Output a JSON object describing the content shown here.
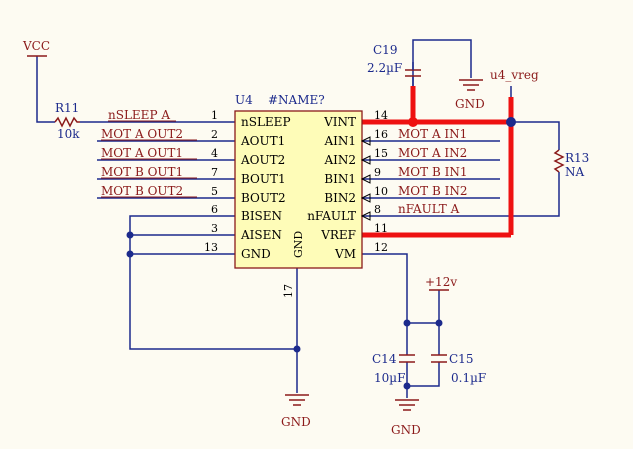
{
  "colors": {
    "background": "#fdfbf2",
    "wire": "#1c2a8c",
    "label": "#8b1a1a",
    "component": "#8b1a1a",
    "pin": "#000000",
    "chip_fill": "#fefcb8",
    "chip_border": "#8b1a1a",
    "highlight": "#ee1111"
  },
  "chip": {
    "designator": "U4",
    "part": "#NAME?",
    "left_pins": [
      {
        "num": "1",
        "name": "nSLEEP"
      },
      {
        "num": "2",
        "name": "AOUT1"
      },
      {
        "num": "4",
        "name": "AOUT2"
      },
      {
        "num": "7",
        "name": "BOUT1"
      },
      {
        "num": "5",
        "name": "BOUT2"
      },
      {
        "num": "6",
        "name": "BISEN"
      },
      {
        "num": "3",
        "name": "AISEN"
      },
      {
        "num": "13",
        "name": "GND"
      }
    ],
    "right_pins": [
      {
        "num": "14",
        "name": "VINT"
      },
      {
        "num": "16",
        "name": "AIN1"
      },
      {
        "num": "15",
        "name": "AIN2"
      },
      {
        "num": "9",
        "name": "BIN1"
      },
      {
        "num": "10",
        "name": "BIN2"
      },
      {
        "num": "8",
        "name": "nFAULT"
      },
      {
        "num": "11",
        "name": "VREF"
      },
      {
        "num": "12",
        "name": "VM"
      }
    ],
    "bottom_pin": {
      "num": "17",
      "name": "GND"
    }
  },
  "net_labels": {
    "left": [
      "nSLEEP_A",
      "MOT_A_OUT2",
      "MOT_A_OUT1",
      "MOT_B_OUT1",
      "MOT_B_OUT2"
    ],
    "right": [
      "MOT_A_IN1",
      "MOT_A_IN2",
      "MOT_B_IN1",
      "MOT_B_IN2",
      "nFAULT_A"
    ],
    "vreg": "u4_vreg"
  },
  "power": {
    "vcc": "VCC",
    "v12": "+12v",
    "gnd": "GND"
  },
  "components": {
    "r11": {
      "ref": "R11",
      "value": "10k"
    },
    "r13": {
      "ref": "R13",
      "value": "NA"
    },
    "c19": {
      "ref": "C19",
      "value": "2.2µF"
    },
    "c14": {
      "ref": "C14",
      "value": "10µF"
    },
    "c15": {
      "ref": "C15",
      "value": "0.1µF"
    }
  }
}
